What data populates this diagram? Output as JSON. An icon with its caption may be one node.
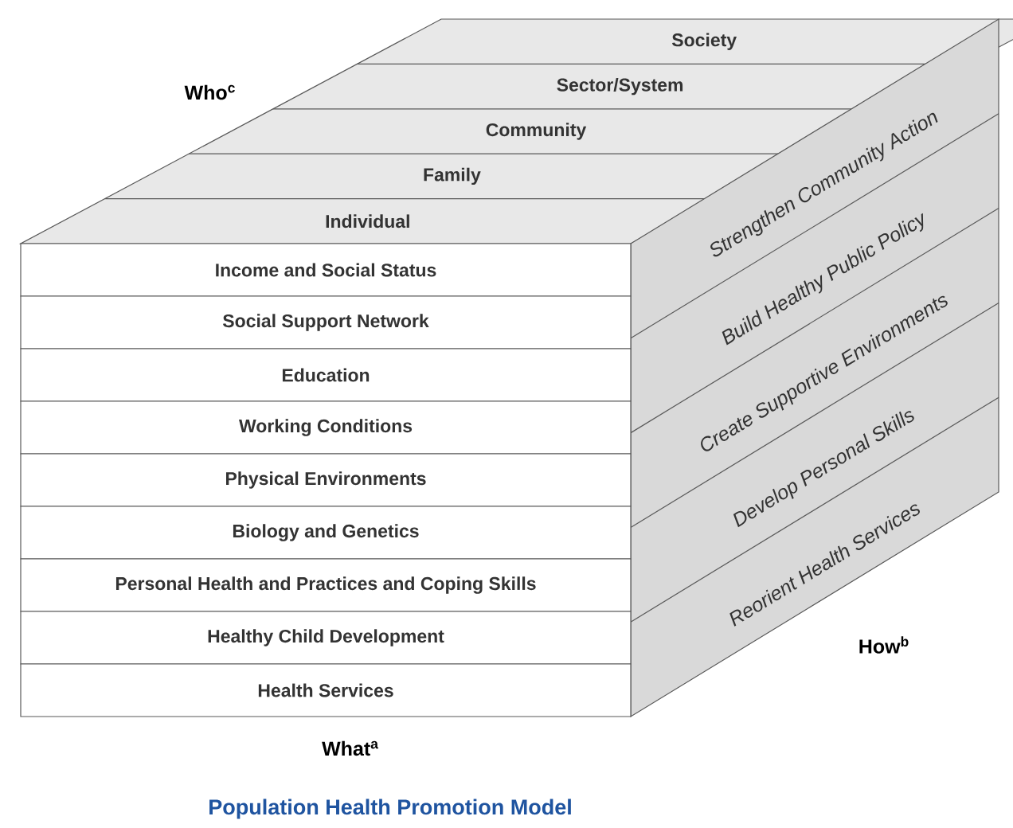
{
  "diagram": {
    "caption": "Population Health Promotion Model",
    "nodes": [
      {
        "text": [
          "Society"
        ]
      },
      {
        "text": [
          "Sector/System"
        ]
      },
      {
        "text": [
          "Community"
        ]
      },
      {
        "text": [
          "Family"
        ]
      },
      {
        "text": [
          "Individual"
        ]
      },
      {
        "text": [
          "Income and Social Status"
        ]
      },
      {
        "text": [
          "Social Support Network"
        ]
      },
      {
        "text": [
          "Education"
        ]
      },
      {
        "text": [
          "Working Conditions"
        ]
      },
      {
        "text": [
          "Physical Environments"
        ]
      },
      {
        "text": [
          "Biology and Genetics"
        ]
      },
      {
        "text": [
          "Personal Health and Practices and Coping Skills"
        ]
      },
      {
        "text": [
          "Healthy Child Development"
        ]
      },
      {
        "text": [
          "Health Services"
        ]
      },
      {
        "text": [
          "Strengthen Community Action"
        ]
      },
      {
        "text": [
          "Build Healthy Public Policy"
        ]
      },
      {
        "text": [
          "Create Supportive Environments"
        ]
      },
      {
        "text": [
          "Develop Personal Skills"
        ]
      },
      {
        "text": [
          "Reorient Health Services"
        ]
      }
    ],
    "labels": [
      "Who$^{c}$",
      "How$^{b}$",
      "What$^{a}$"
    ]
  }
}
